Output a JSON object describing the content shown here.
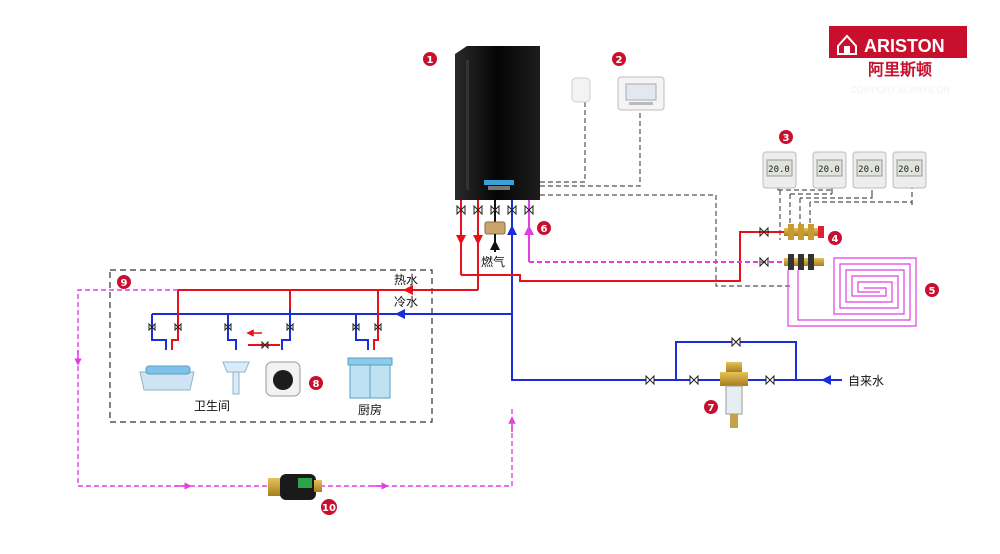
{
  "brand": {
    "name": "ARISTON",
    "name_cn": "阿里斯顿",
    "tagline": "COMPORT ALWAYS ON",
    "color": "#c8102e"
  },
  "labels": {
    "hot_water": "热水",
    "cold_water": "冷水",
    "gas": "燃气",
    "tap_water": "自来水",
    "bathroom": "卫生间",
    "kitchen": "厨房"
  },
  "markers": [
    "1",
    "2",
    "3",
    "4",
    "5",
    "6",
    "7",
    "8",
    "9",
    "10"
  ],
  "thermostat_display": "20.0",
  "colors": {
    "hot": "#e8101a",
    "cold": "#1a2ed8",
    "recirc": "#e040e0",
    "control": "#555555",
    "marker": "#c8102e"
  }
}
